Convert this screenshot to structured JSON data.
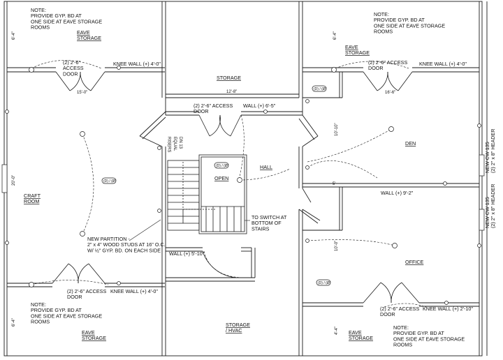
{
  "colors": {
    "line": "#1a1a1a",
    "wall_fill": "#ffffff",
    "background": "#ffffff"
  },
  "rooms": {
    "eave_storage_tl": "EAVE\nSTORAGE",
    "eave_storage_tr": "EAVE\nSTORAGE",
    "eave_storage_bl": "EAVE\nSTORAGE",
    "eave_storage_br": "EAVE\nSTORAGE",
    "storage_top": "STORAGE",
    "craft_room": "CRAFT\nROOM",
    "hall": "HALL",
    "den": "DEN",
    "office": "OFFICE",
    "open": "OPEN",
    "storage_hvac": "STORAGE\n/ HVAC"
  },
  "notes": {
    "note_tl": "NOTE:\nPROVIDE GYP. BD AT\nONE SIDE AT EAVE STORAGE\nROOMS",
    "note_tr": "NOTE:\nPROVIDE GYP. BD AT\nONE SIDE AT EAVE STORAGE\nROOMS",
    "note_bl": "NOTE:\nPROVIDE GYP. BD AT\nONE SIDE AT EAVE STORAGE\nROOMS",
    "note_br": "NOTE:\nPROVIDE GYP. BD AT\nONE SIDE AT EAVE STORAGE\nROOMS",
    "access_tl": "(2) 2'-6\"\nACCESS\nDOOR",
    "access_tr": "(2) 2'-6\" ACCESS\nDOOR",
    "access_mid": "(2) 2'-6\" ACCESS\nDOOR",
    "access_bl": "(2) 2'-6\" ACCESS\nDOOR",
    "access_br": "(2) 2'-6\" ACCESS\nDOOR",
    "knee_tl": "KNEE WALL (+) 4'-0\"",
    "knee_tr": "KNEE WALL (+) 4'-0\"",
    "knee_bl": "KNEE WALL (+) 4'-0\"",
    "knee_br": "KNEE WALL (+) 2'-10\"",
    "wall_top": "WALL (+) 6'-5\"",
    "wall_den": "WALL (+) 9'-2\"",
    "wall_stair": "WALL (+) 5'-10\"",
    "partition": "NEW PARTITION -\n2\" x 4\" WOOD STUDS AT 16\" O.C.\nW/ ½\" GYP. BD. ON EACH SIDE",
    "switch": "TO SWITCH AT\nBOTTOM OF\nSTAIRS",
    "risers": "DN 13\nEQUAL\nRISERS",
    "header_1": "NEW CW 135\n(2) 2\" x 8\" HEADER",
    "header_2": "NEW CW 135\n(2) 2\" x 8\" HEADER"
  },
  "dimensions": {
    "d_6_4_tl": "6'-4\"",
    "d_15_0": "15'-0\"",
    "d_12_8": "12'-8\"",
    "d_6_4_tr": "6'-4\"",
    "d_16_6": "16'-6\"",
    "d_20_0": "20'-0\"",
    "d_10_10": "10'-10\"",
    "d_5": "5'",
    "d_10_0": "10'-0\"",
    "d_6_4_bl": "6'-4\"",
    "d_4_4": "4'-4\""
  },
  "fixtures": {
    "craft": "(D) / (Ø)",
    "open": "(D) / (Ø)",
    "tr": "(D) / (Ø)",
    "br": "(D) / (Ø)"
  }
}
